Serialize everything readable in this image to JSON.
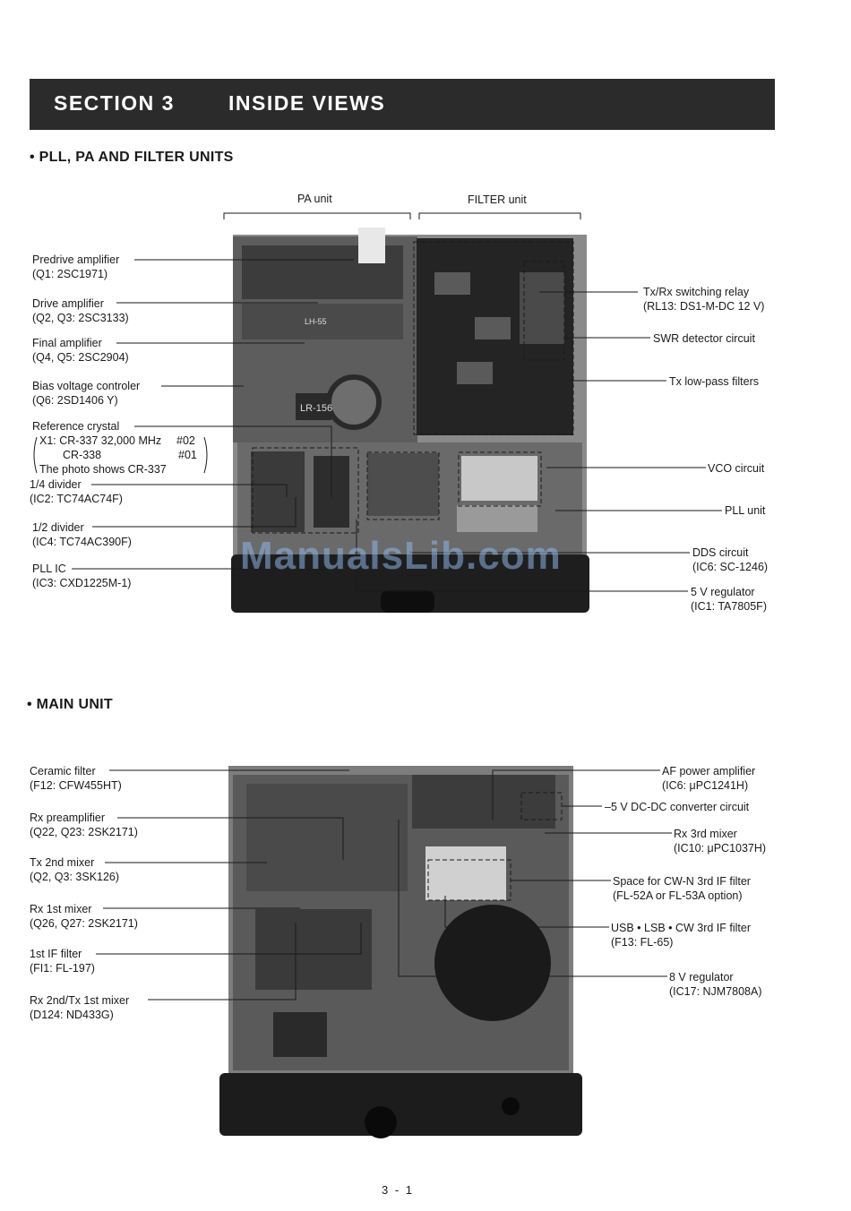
{
  "header": {
    "section": "SECTION 3",
    "title": "INSIDE VIEWS"
  },
  "pll": {
    "heading": "• PLL, PA AND FILTER UNITS",
    "pa_unit": "PA unit",
    "filter_unit": "FILTER unit",
    "left_labels": [
      {
        "name": "Predrive amplifier",
        "sub": "(Q1: 2SC1971)"
      },
      {
        "name": "Drive amplifier",
        "sub": "(Q2, Q3: 2SC3133)"
      },
      {
        "name": "Final amplifier",
        "sub": "(Q4, Q5: 2SC2904)"
      },
      {
        "name": "Bias voltage controler",
        "sub": "(Q6: 2SD1406 Y)"
      },
      {
        "name": "1/4 divider",
        "sub": "(IC2: TC74AC74F)"
      },
      {
        "name": "1/2 divider",
        "sub": "(IC4: TC74AC390F)"
      },
      {
        "name": "PLL IC",
        "sub": "(IC3: CXD1225M-1)"
      }
    ],
    "crystal": {
      "name": "Reference crystal",
      "line1": "X1: CR-337 32,000 MHz",
      "code1": "#02",
      "line2": "CR-338",
      "code2": "#01",
      "line3": "The photo shows CR-337"
    },
    "right_labels": [
      {
        "name": "Tx/Rx switching relay",
        "sub": "(RL13: DS1-M-DC 12 V)"
      },
      {
        "name": "SWR detector circuit",
        "sub": ""
      },
      {
        "name": "Tx low-pass filters",
        "sub": ""
      },
      {
        "name": "VCO circuit",
        "sub": ""
      },
      {
        "name": "PLL unit",
        "sub": ""
      },
      {
        "name": "DDS circuit",
        "sub": "(IC6: SC-1246)"
      },
      {
        "name": "5 V regulator",
        "sub": "(IC1: TA7805F)"
      }
    ],
    "photo_text": {
      "lr": "LR-156",
      "lh": "LH-55"
    }
  },
  "main": {
    "heading": "• MAIN UNIT",
    "left_labels": [
      {
        "name": "Ceramic filter",
        "sub": "(F12: CFW455HT)"
      },
      {
        "name": "Rx preamplifier",
        "sub": "(Q22, Q23: 2SK2171)"
      },
      {
        "name": "Tx 2nd mixer",
        "sub": "(Q2, Q3: 3SK126)"
      },
      {
        "name": "Rx 1st mixer",
        "sub": "(Q26, Q27: 2SK2171)"
      },
      {
        "name": "1st IF filter",
        "sub": "(FI1: FL-197)"
      },
      {
        "name": "Rx 2nd/Tx 1st mixer",
        "sub": "(D124: ND433G)"
      }
    ],
    "right_labels": [
      {
        "name": "AF power amplifier",
        "sub": "(IC6: μPC1241H)"
      },
      {
        "name": "–5 V DC-DC converter circuit",
        "sub": ""
      },
      {
        "name": "Rx 3rd mixer",
        "sub": "(IC10: μPC1037H)"
      },
      {
        "name": "Space for CW-N 3rd IF filter",
        "sub": "(FL-52A or FL-53A option)"
      },
      {
        "name": "USB • LSB • CW 3rd IF filter",
        "sub": "(F13: FL-65)"
      },
      {
        "name": "8 V regulator",
        "sub": "(IC17: NJM7808A)"
      }
    ]
  },
  "watermark": "ManualsLib.com",
  "page_number": "3 - 1"
}
